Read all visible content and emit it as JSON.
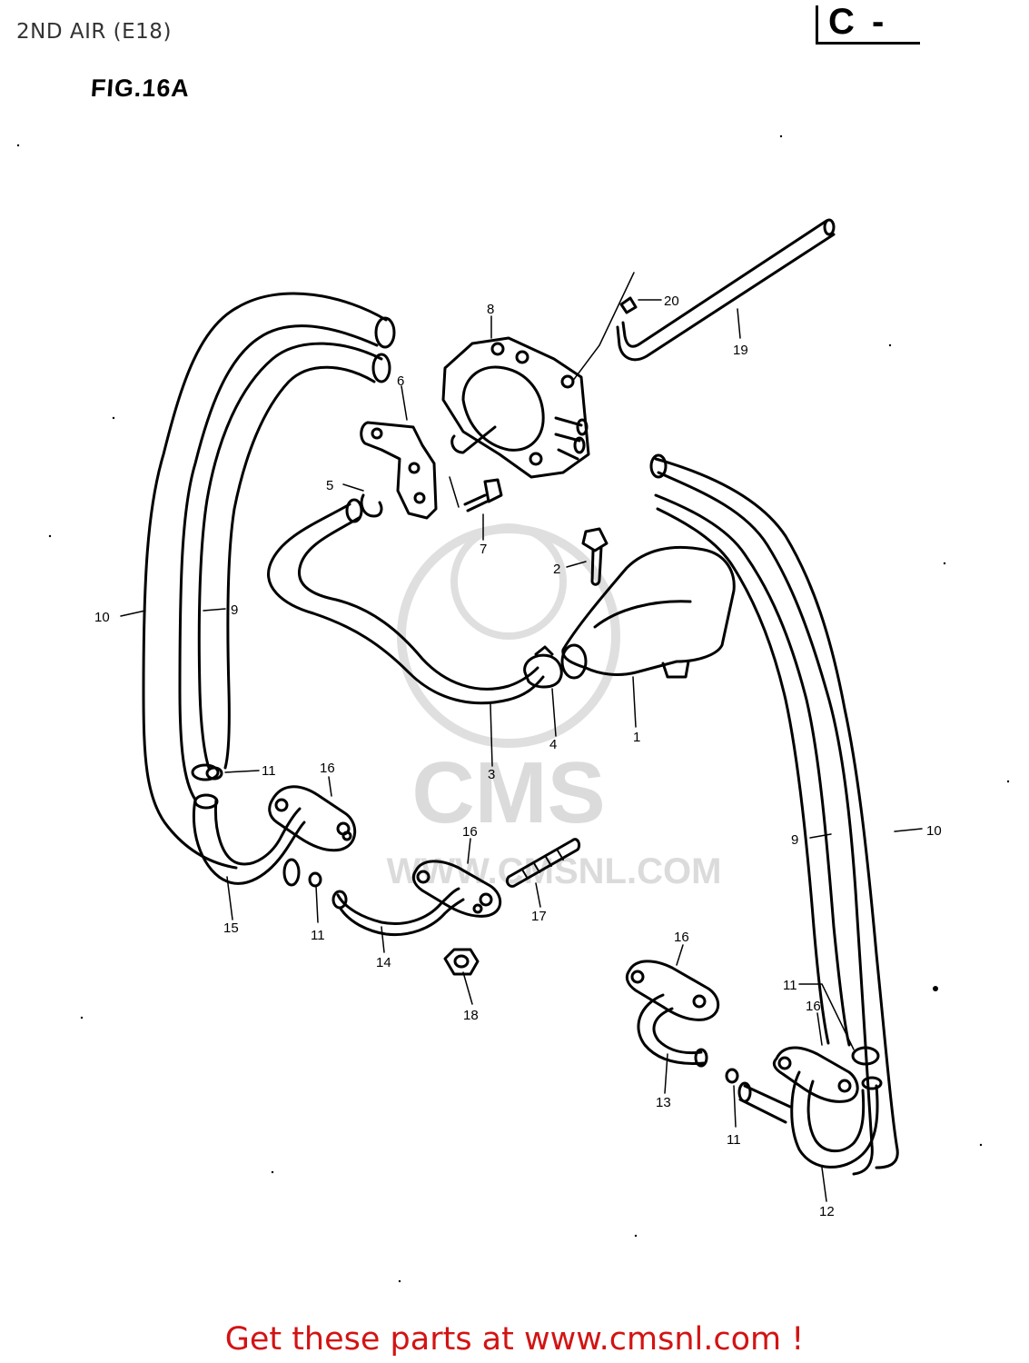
{
  "header": {
    "page_title": "2ND AIR (E18)",
    "figure_label": "FIG.16A",
    "corner_code": "C -"
  },
  "watermark": {
    "logo_text": "CMS",
    "url_text": "WWW.CMSNL.COM"
  },
  "callouts": [
    "1",
    "2",
    "3",
    "4",
    "5",
    "6",
    "7",
    "8",
    "9",
    "9",
    "10",
    "10",
    "11",
    "11",
    "11",
    "11",
    "12",
    "13",
    "14",
    "15",
    "16",
    "16",
    "16",
    "16",
    "17",
    "18",
    "19",
    "20"
  ],
  "footer": {
    "link_text": "Get these parts at www.cmsnl.com !"
  },
  "colors": {
    "line": "#000000",
    "footer_text": "#d31313",
    "watermark": "#d8d8d8"
  }
}
